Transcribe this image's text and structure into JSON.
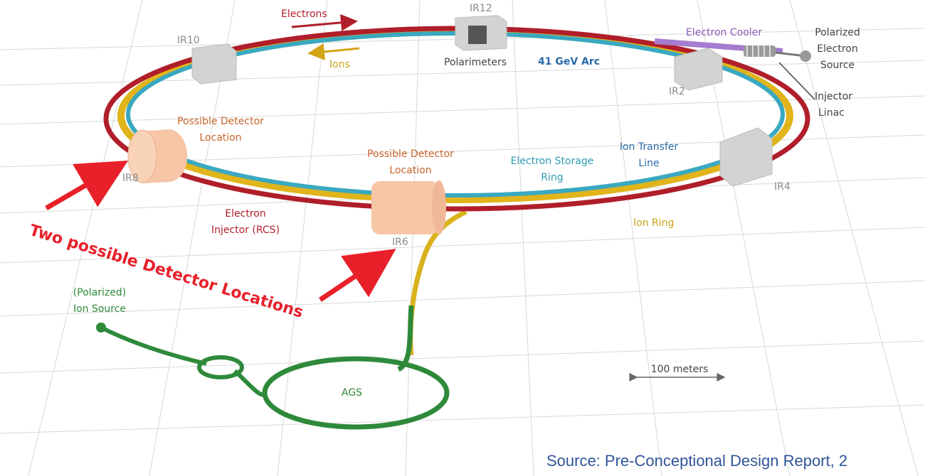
{
  "labels": {
    "electrons": "Electrons",
    "ions": "Ions",
    "ir12": "IR12",
    "ir10": "IR10",
    "ir2": "IR2",
    "ir4": "IR4",
    "ir6": "IR6",
    "ir8": "IR8",
    "polarimeters": "Polarimeters",
    "arc": "41 GeV Arc",
    "electron_cooler": "Electron Cooler",
    "polarized_source_1": "Polarized",
    "polarized_source_2": "Electron",
    "polarized_source_3": "Source",
    "injector_linac_1": "Injector",
    "injector_linac_2": "Linac",
    "detector_left_1": "Possible Detector",
    "detector_left_2": "Location",
    "detector_center_1": "Possible Detector",
    "detector_center_2": "Location",
    "storage_ring_1": "Electron Storage",
    "storage_ring_2": "Ring",
    "ion_transfer_1": "Ion Transfer",
    "ion_transfer_2": "Line",
    "electron_injector_1": "Electron",
    "electron_injector_2": "Injector (RCS)",
    "ion_ring": "Ion Ring",
    "ion_source_1": "(Polarized)",
    "ion_source_2": "Ion Source",
    "ags": "AGS",
    "scale": "100 meters"
  },
  "callout": "Two possible Detector Locations",
  "source": "Source: Pre-Conceptional Design Report, 2",
  "colors": {
    "electron_ring": "#b01e2a",
    "ion_ring": "#e0b41a",
    "storage_ring": "#3aa8c0",
    "ags": "#2e8a3a",
    "detector": "#f6c6a6",
    "callout": "#e8202a"
  }
}
